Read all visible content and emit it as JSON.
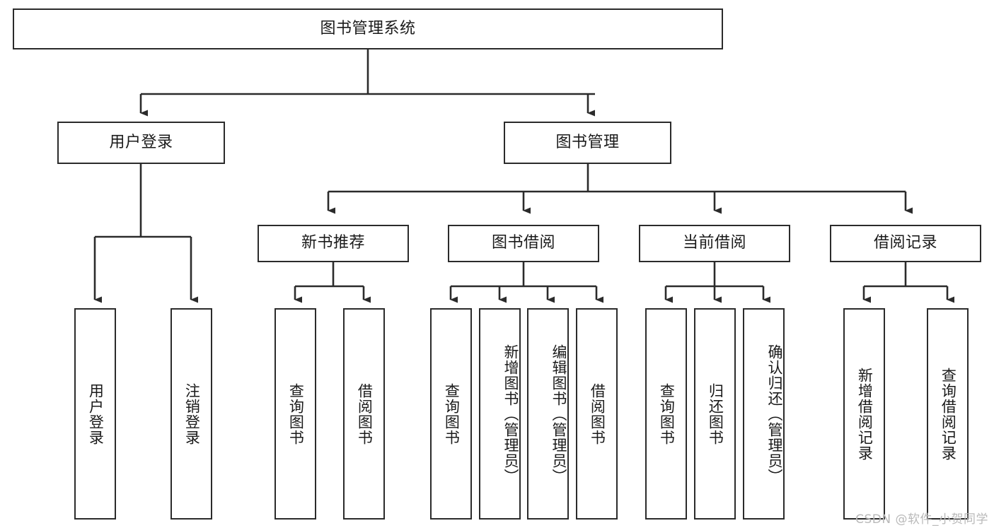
{
  "diagram": {
    "type": "tree-hierarchy",
    "title": "图书管理系统",
    "watermark": "CSDN @软件_小贺同学",
    "colors": {
      "stroke": "#2b2b2b",
      "fill": "#ffffff",
      "text": "#1a1a1a",
      "watermark": "#b9b9b9",
      "background": "#ffffff"
    },
    "nodes": {
      "root": {
        "label": "图书管理系统",
        "orientation": "horizontal",
        "level": 1
      },
      "user_login": {
        "label": "用户登录",
        "orientation": "horizontal",
        "level": 2
      },
      "book_manage": {
        "label": "图书管理",
        "orientation": "horizontal",
        "level": 2
      },
      "new_book_rec": {
        "label": "新书推荐",
        "orientation": "horizontal",
        "level": 3
      },
      "book_borrow": {
        "label": "图书借阅",
        "orientation": "horizontal",
        "level": 3
      },
      "current_borrow": {
        "label": "当前借阅",
        "orientation": "horizontal",
        "level": 3
      },
      "borrow_record": {
        "label": "借阅记录",
        "orientation": "horizontal",
        "level": 3
      },
      "leaf_user_login": {
        "label": "用户登录",
        "orientation": "vertical",
        "level": 4
      },
      "leaf_logout": {
        "label": "注销登录",
        "orientation": "vertical",
        "level": 4
      },
      "leaf_query_book_1": {
        "label": "查询图书",
        "orientation": "vertical",
        "level": 4
      },
      "leaf_borrow_book_1": {
        "label": "借阅图书",
        "orientation": "vertical",
        "level": 4
      },
      "leaf_query_book_2": {
        "label": "查询图书",
        "orientation": "vertical",
        "level": 4
      },
      "leaf_add_book": {
        "label": "新增图书（管理员）",
        "orientation": "vertical",
        "level": 4
      },
      "leaf_edit_book": {
        "label": "编辑图书（管理员）",
        "orientation": "vertical",
        "level": 4
      },
      "leaf_borrow_book_2": {
        "label": "借阅图书",
        "orientation": "vertical",
        "level": 4
      },
      "leaf_query_book_3": {
        "label": "查询图书",
        "orientation": "vertical",
        "level": 4
      },
      "leaf_return_book": {
        "label": "归还图书",
        "orientation": "vertical",
        "level": 4
      },
      "leaf_confirm_return": {
        "label": "确认归还（管理员）",
        "orientation": "vertical",
        "level": 4
      },
      "leaf_add_record": {
        "label": "新增借阅记录",
        "orientation": "vertical",
        "level": 4
      },
      "leaf_query_record": {
        "label": "查询借阅记录",
        "orientation": "vertical",
        "level": 4
      }
    },
    "edges": [
      {
        "from": "root",
        "to": "user_login"
      },
      {
        "from": "root",
        "to": "book_manage"
      },
      {
        "from": "user_login",
        "to": "leaf_user_login"
      },
      {
        "from": "user_login",
        "to": "leaf_logout"
      },
      {
        "from": "book_manage",
        "to": "new_book_rec"
      },
      {
        "from": "book_manage",
        "to": "book_borrow"
      },
      {
        "from": "book_manage",
        "to": "current_borrow"
      },
      {
        "from": "book_manage",
        "to": "borrow_record"
      },
      {
        "from": "new_book_rec",
        "to": "leaf_query_book_1"
      },
      {
        "from": "new_book_rec",
        "to": "leaf_borrow_book_1"
      },
      {
        "from": "book_borrow",
        "to": "leaf_query_book_2"
      },
      {
        "from": "book_borrow",
        "to": "leaf_add_book"
      },
      {
        "from": "book_borrow",
        "to": "leaf_edit_book"
      },
      {
        "from": "book_borrow",
        "to": "leaf_borrow_book_2"
      },
      {
        "from": "current_borrow",
        "to": "leaf_query_book_3"
      },
      {
        "from": "current_borrow",
        "to": "leaf_return_book"
      },
      {
        "from": "current_borrow",
        "to": "leaf_confirm_return"
      },
      {
        "from": "borrow_record",
        "to": "leaf_add_record"
      },
      {
        "from": "borrow_record",
        "to": "leaf_query_record"
      }
    ]
  }
}
